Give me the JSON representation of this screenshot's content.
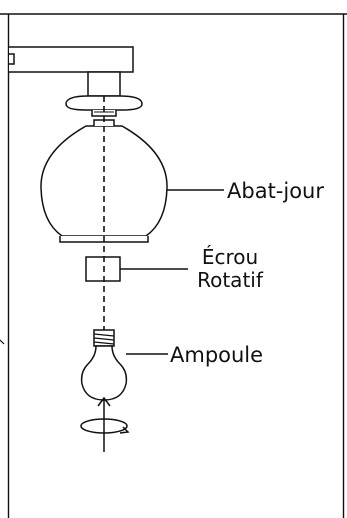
{
  "labels": {
    "shade": "Abat-jour",
    "nut_line1": "Écrou",
    "nut_line2": "Rotatif",
    "bulb": "Ampoule"
  },
  "colors": {
    "stroke": "#111111",
    "background": "#ffffff"
  },
  "icons": {
    "rotation": "rotate-arrow-icon"
  }
}
